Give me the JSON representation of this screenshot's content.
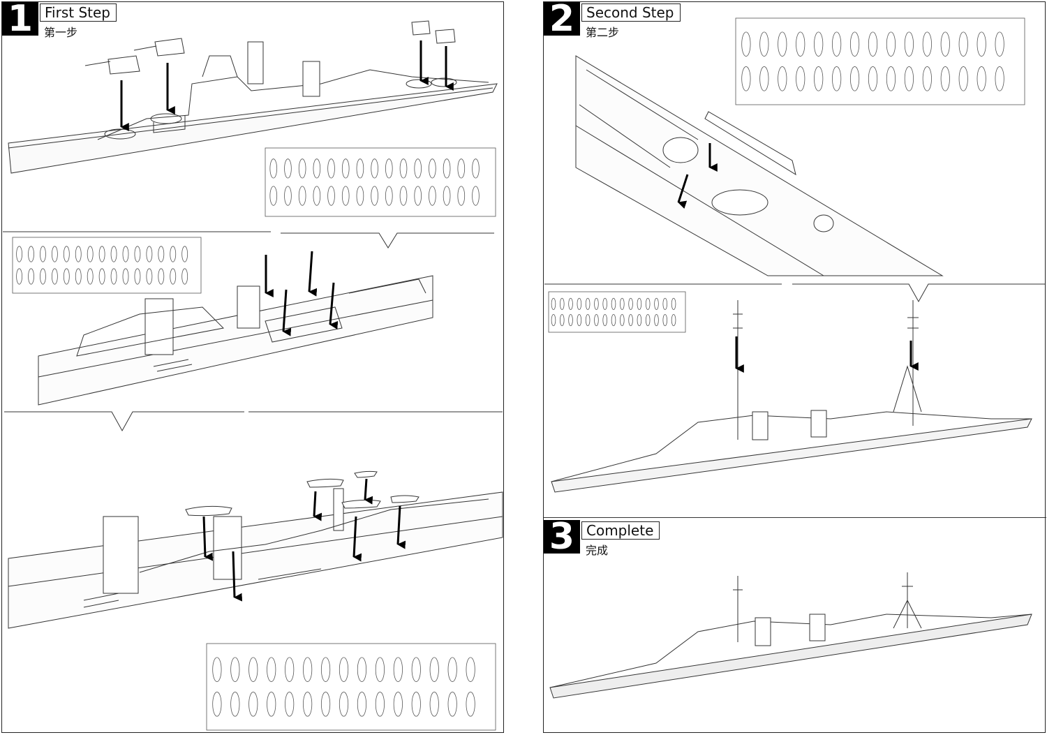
{
  "steps": [
    {
      "number": "1",
      "title": "First Step",
      "subtitle": "第一步"
    },
    {
      "number": "2",
      "title": "Second Step",
      "subtitle": "第二步"
    },
    {
      "number": "3",
      "title": "Complete",
      "subtitle": "完成"
    }
  ]
}
